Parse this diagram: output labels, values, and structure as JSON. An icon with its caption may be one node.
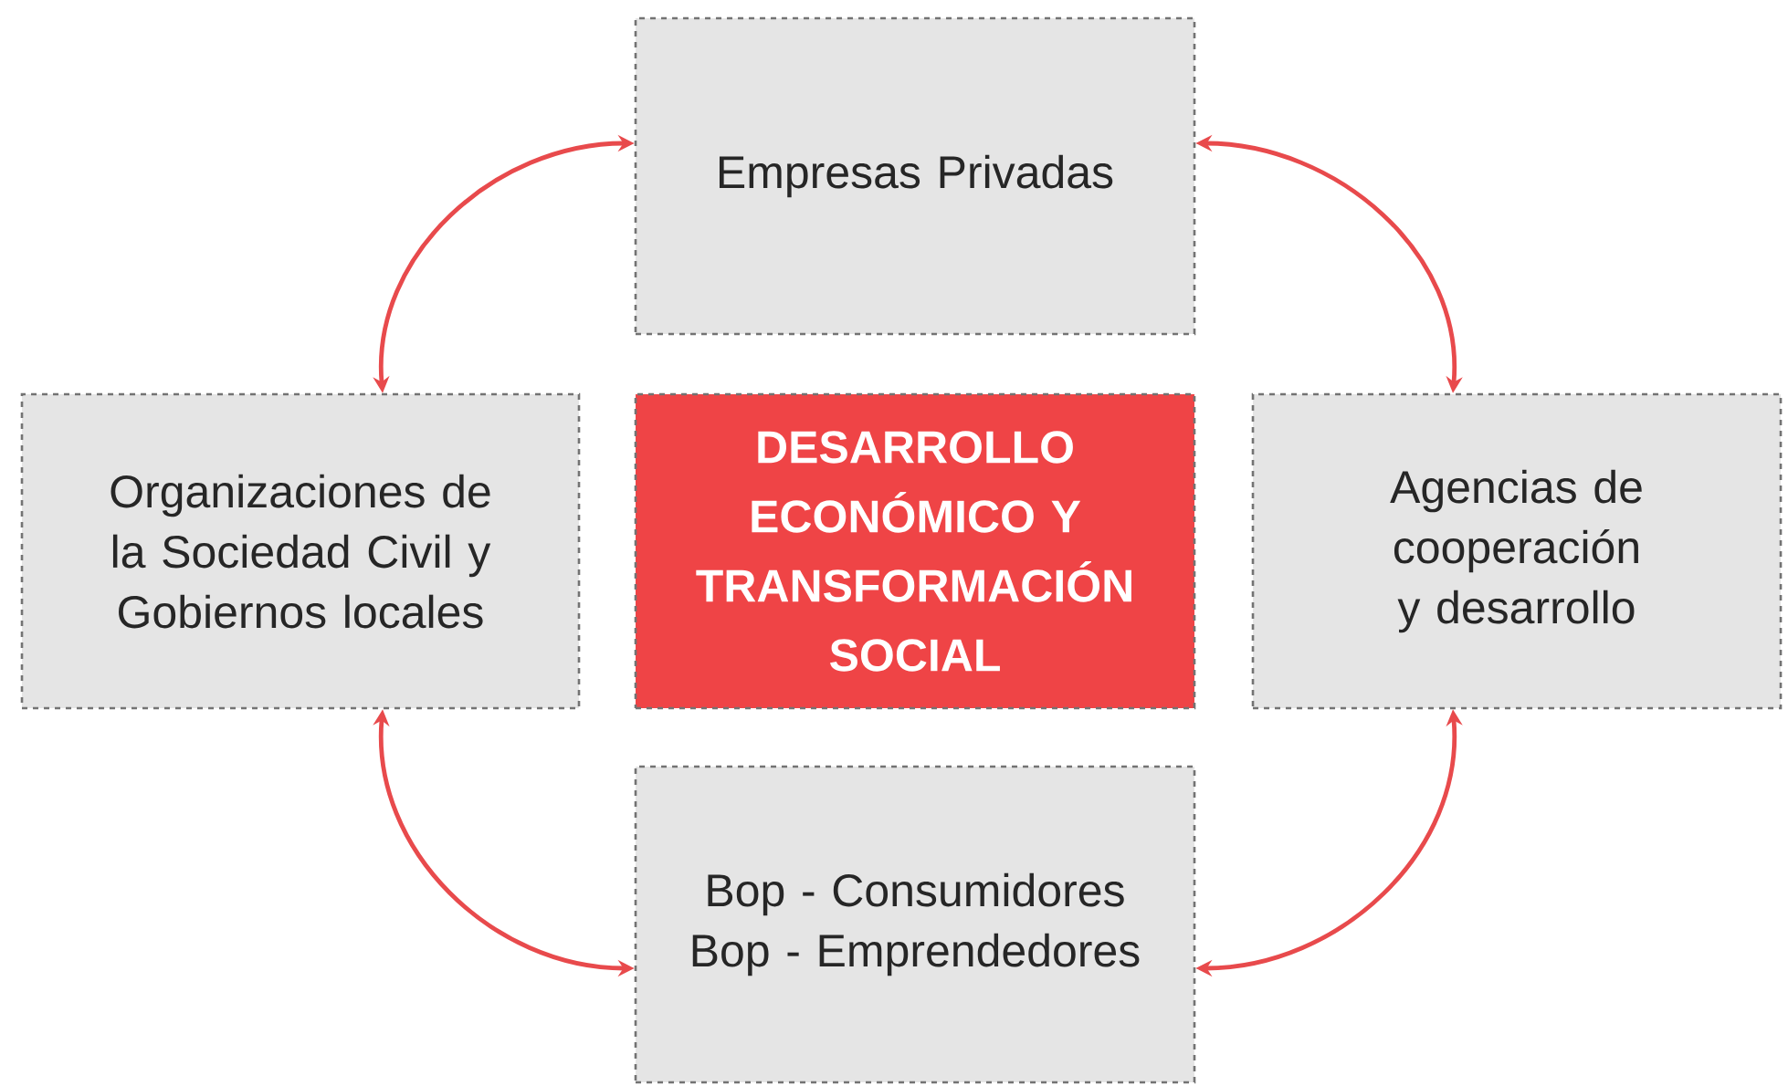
{
  "diagram": {
    "nodes": [
      {
        "text": [
          "Empresas Privadas"
        ]
      },
      {
        "text": [
          "Organizaciones de la Sociedad Civil y Gobiernos locales"
        ]
      },
      {
        "text": [
          "DESARROLLO ECONÓMICO Y TRANSFORMACIÓN SOCIAL"
        ]
      },
      {
        "text": [
          "Agencias de cooperación y desarrollo"
        ]
      },
      {
        "text": [
          "Bop - Consumidores",
          "Bop - Emprendedores"
        ]
      }
    ],
    "edges": [
      {
        "from": 1,
        "to": 0,
        "arrow": "both"
      },
      {
        "from": 0,
        "to": 3,
        "arrow": "both"
      },
      {
        "from": 1,
        "to": 4,
        "arrow": "both"
      },
      {
        "from": 3,
        "to": 4,
        "arrow": "both"
      }
    ]
  }
}
